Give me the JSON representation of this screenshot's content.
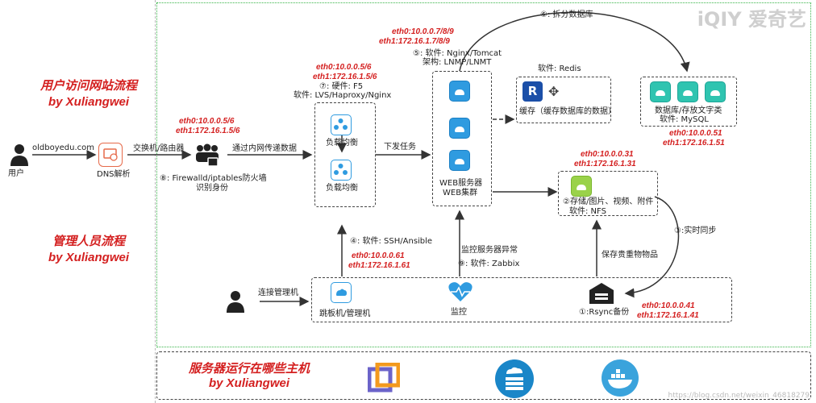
{
  "watermark": "iQIY 爱奇艺",
  "watermark_bottom": "https://blog.csdn.net/weixin_46818279",
  "section_titles": {
    "user_flow": "用户访问网站流程",
    "user_flow_by": "by Xuliangwei",
    "admin_flow": "管理人员流程",
    "admin_flow_by": "by Xuliangwei",
    "hosts": "服务器运行在哪些主机",
    "hosts_by": "by Xuliangwei"
  },
  "user": {
    "label": "用户",
    "domain": "oldboyedu.com"
  },
  "dns": {
    "label": "DNS解析"
  },
  "router": {
    "label": "交换机/路由器"
  },
  "firewall": {
    "ip1": "eth0:10.0.0.5/6",
    "ip2": "eth1:172.16.1.5/6",
    "line1": "⑧: Firewalld/iptables防火墙",
    "line2": "识别身份"
  },
  "firewall_to_lb": "通过内网传递数据",
  "lb": {
    "ip1": "eth0:10.0.0.5/6",
    "ip2": "eth1:172.16.1.5/6",
    "hw": "⑦: 硬件: F5",
    "sw": "软件: LVS/Haproxy/Nginx",
    "node1": "负载均衡",
    "node2": "负载均衡"
  },
  "lb_to_web": "下发任务",
  "web": {
    "ip1": "eth0:10.0.0.7/8/9",
    "ip2": "eth1:172.16.1.7/8/9",
    "sw": "⑤: 软件: Nginx/Tomcat",
    "arch": "架构: LNMP/LNMT",
    "label1": "WEB服务器",
    "label2": "WEB集群"
  },
  "split_db": "⑥: 拆分数据库",
  "cache": {
    "sw": "软件: Redis",
    "label": "缓存（缓存数据库的数据）"
  },
  "db": {
    "label": "数据库/存放文字类",
    "sw": "软件: MySQL",
    "ip1": "eth0:10.0.0.51",
    "ip2": "eth1:172.16.1.51"
  },
  "nfs": {
    "ip1": "eth0:10.0.0.31",
    "ip2": "eth1:172.16.1.31",
    "label": "②存储/图片、视频、附件",
    "sw": "软件: NFS"
  },
  "realtime_sync": "③:实时同步",
  "admin_row": {
    "ansible": "④: 软件: SSH/Ansible",
    "jump_ip1": "eth0:10.0.0.61",
    "jump_ip2": "eth1:172.16.1.61",
    "monitor_note": "监控服务器异常",
    "zabbix": "⑨: 软件: Zabbix",
    "save_note": "保存贵重物物品",
    "connect": "连接管理机",
    "jump": "跳板机/管理机",
    "monitor": "监控",
    "rsync": "①:Rsync备份",
    "rsync_ip1": "eth0:10.0.0.41",
    "rsync_ip2": "eth1:172.16.1.41"
  }
}
